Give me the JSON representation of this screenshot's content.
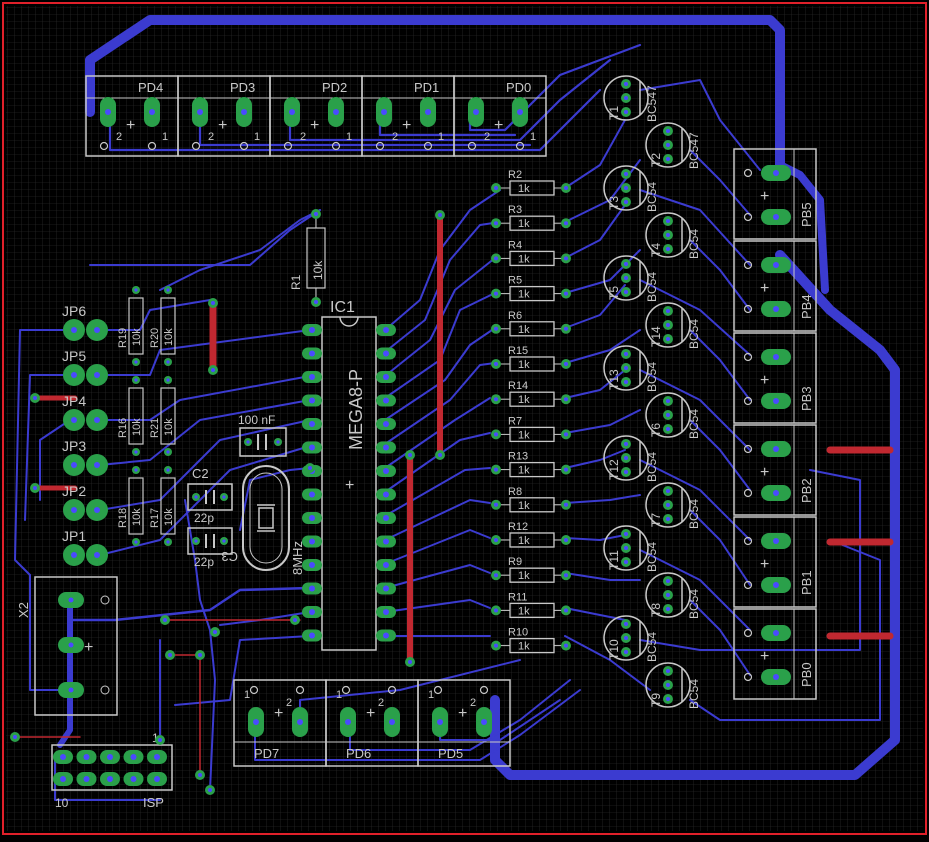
{
  "colors": {
    "background": "#000000",
    "outline": "#e0202a",
    "grid": "#3a3a3a",
    "bottom_trace": "#3b3bd0",
    "top_trace": "#c02830",
    "silkscreen": "#c8c8c8",
    "pad": "#2aa04a",
    "drill": "#4a4aff"
  },
  "headers_top": [
    {
      "label": "PD4",
      "pin2": "2",
      "pin1": "1"
    },
    {
      "label": "PD3",
      "pin2": "2",
      "pin1": "1"
    },
    {
      "label": "PD2",
      "pin2": "2",
      "pin1": "1"
    },
    {
      "label": "PD1",
      "pin2": "2",
      "pin1": "1"
    },
    {
      "label": "PD0",
      "pin2": "2",
      "pin1": "1"
    }
  ],
  "headers_bottom": [
    {
      "label": "PD7",
      "pin1": "1",
      "pin2": "2"
    },
    {
      "label": "PD6",
      "pin1": "1",
      "pin2": "2"
    },
    {
      "label": "PD5",
      "pin1": "1",
      "pin2": "2"
    }
  ],
  "headers_right": [
    {
      "label": "PB5"
    },
    {
      "label": "PB4"
    },
    {
      "label": "PB3"
    },
    {
      "label": "PB2"
    },
    {
      "label": "PB1"
    },
    {
      "label": "PB0"
    }
  ],
  "resistors_column": [
    {
      "ref": "R2",
      "value": "1k"
    },
    {
      "ref": "R3",
      "value": "1k"
    },
    {
      "ref": "R4",
      "value": "1k"
    },
    {
      "ref": "R5",
      "value": "1k"
    },
    {
      "ref": "R6",
      "value": "1k"
    },
    {
      "ref": "R15",
      "value": "1k"
    },
    {
      "ref": "R14",
      "value": "1k"
    },
    {
      "ref": "R7",
      "value": "1k"
    },
    {
      "ref": "R13",
      "value": "1k"
    },
    {
      "ref": "R8",
      "value": "1k"
    },
    {
      "ref": "R12",
      "value": "1k"
    },
    {
      "ref": "R9",
      "value": "1k"
    },
    {
      "ref": "R11",
      "value": "1k"
    },
    {
      "ref": "R10",
      "value": "1k"
    }
  ],
  "transistors_left": [
    {
      "ref": "T1",
      "type": "BC547"
    },
    {
      "ref": "T3",
      "type": "BC54"
    },
    {
      "ref": "T5",
      "type": "BC54"
    },
    {
      "ref": "T13",
      "type": "BC54"
    },
    {
      "ref": "T12",
      "type": "BC54"
    },
    {
      "ref": "T11",
      "type": "BC54"
    },
    {
      "ref": "T10",
      "type": "BC54"
    }
  ],
  "transistors_right": [
    {
      "ref": "T2",
      "type": "BC547"
    },
    {
      "ref": "T4",
      "type": "BC54"
    },
    {
      "ref": "T14",
      "type": "BC54"
    },
    {
      "ref": "T6",
      "type": "BC54"
    },
    {
      "ref": "T7",
      "type": "BC54"
    },
    {
      "ref": "T8",
      "type": "BC54"
    },
    {
      "ref": "T9",
      "type": "BC54"
    }
  ],
  "ic": {
    "ref": "IC1",
    "part": "MEGA8-P"
  },
  "r1": {
    "ref": "R1",
    "value": "10k"
  },
  "jumpers": [
    "JP6",
    "JP5",
    "JP4",
    "JP3",
    "JP2",
    "JP1"
  ],
  "pullups": [
    {
      "ref": "R19",
      "value": "10k"
    },
    {
      "ref": "R20",
      "value": "10k"
    },
    {
      "ref": "R16",
      "value": "10k"
    },
    {
      "ref": "R21",
      "value": "10k"
    },
    {
      "ref": "R18",
      "value": "10k"
    },
    {
      "ref": "R17",
      "value": "10k"
    }
  ],
  "capacitors": {
    "c100": "100 nF",
    "c2_ref": "C2",
    "c2_value": "22p",
    "c3_ref": "C3",
    "c3_value": "22p"
  },
  "crystal": {
    "label": "8MHz"
  },
  "power_connector": {
    "ref": "X2"
  },
  "isp": {
    "label": "ISP",
    "pin1": "1",
    "pin10": "10"
  }
}
